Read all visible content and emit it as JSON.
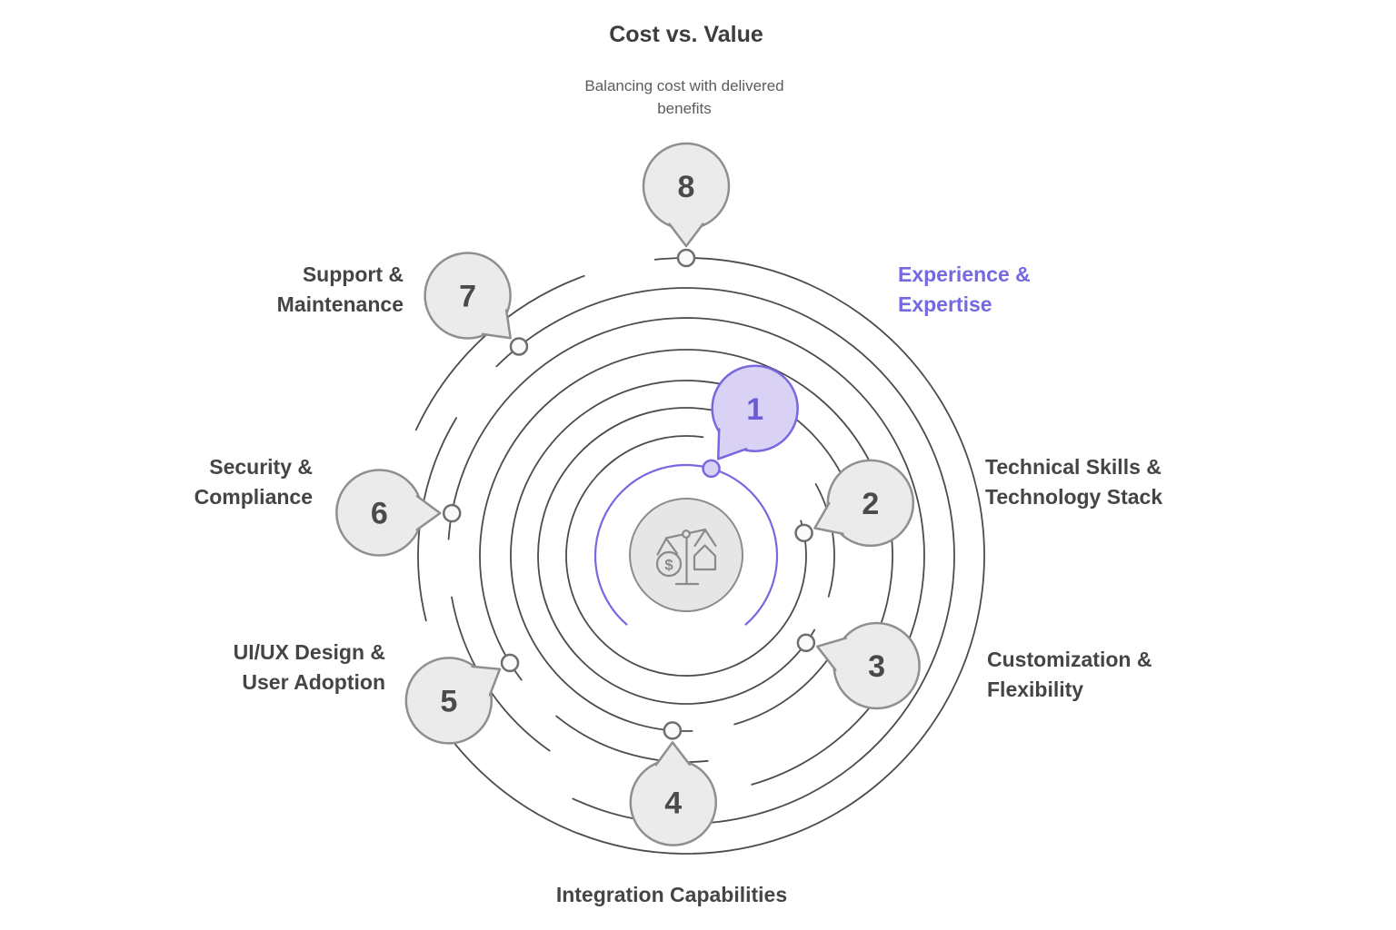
{
  "diagram": {
    "kind": "radial-spiral-criteria-diagram",
    "center_icon": "balance-scale-cost-value-icon"
  },
  "colors": {
    "accent": "#7568e0",
    "accent_fill": "#d9d2f5",
    "accent_text": "#6a5cd6",
    "node_fill": "#ebebeb",
    "node_border": "#8f8f8f",
    "node_text": "#4a4a4a",
    "label_text": "#454545",
    "title_text": "#3d3d3d",
    "subtitle_text": "#5c5c5c",
    "arc": "#4c4c4c",
    "marker_fill": "#fafafa",
    "marker_border": "#6e6e6e",
    "center_fill": "#e6e6e6",
    "center_border": "#8c8c8c",
    "icon_stroke": "#8a8a8a"
  },
  "nodes": [
    {
      "number": "1",
      "label": "Experience &\nExpertise",
      "highlighted": true
    },
    {
      "number": "2",
      "label": "Technical Skills &\nTechnology Stack",
      "highlighted": false
    },
    {
      "number": "3",
      "label": "Customization &\nFlexibility",
      "highlighted": false
    },
    {
      "number": "4",
      "label": "Integration Capabilities",
      "highlighted": false
    },
    {
      "number": "5",
      "label": "UI/UX Design &\nUser Adoption",
      "highlighted": false
    },
    {
      "number": "6",
      "label": "Security &\nCompliance",
      "highlighted": false
    },
    {
      "number": "7",
      "label": "Support &\nMaintenance",
      "highlighted": false
    },
    {
      "number": "8",
      "label": "Cost vs. Value",
      "subtitle": "Balancing cost with delivered\nbenefits",
      "highlighted": false
    }
  ]
}
